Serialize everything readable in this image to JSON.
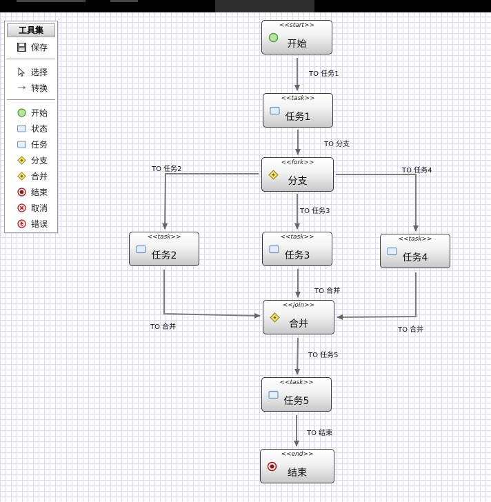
{
  "toolbox": {
    "title": "工具集",
    "save": "保存",
    "select": "选择",
    "transition": "转换",
    "start": "开始",
    "state": "状态",
    "task": "任务",
    "fork": "分支",
    "join": "合并",
    "end": "结束",
    "cancel": "取消",
    "error": "错误"
  },
  "nodes": {
    "start": {
      "stereotype": "<<start>>",
      "name": "开始"
    },
    "task1": {
      "stereotype": "<<task>>",
      "name": "任务1"
    },
    "fork": {
      "stereotype": "<<fork>>",
      "name": "分支"
    },
    "task2": {
      "stereotype": "<<task>>",
      "name": "任务2"
    },
    "task3": {
      "stereotype": "<<task>>",
      "name": "任务3"
    },
    "task4": {
      "stereotype": "<<task>>",
      "name": "任务4"
    },
    "join": {
      "stereotype": "<<join>>",
      "name": "合并"
    },
    "task5": {
      "stereotype": "<<task>>",
      "name": "任务5"
    },
    "end": {
      "stereotype": "<<end>>",
      "name": "结束"
    }
  },
  "edges": {
    "start_task1": "TO 任务1",
    "task1_fork": "TO 分支",
    "fork_task2": "TO 任务2",
    "fork_task3": "TO 任务3",
    "fork_task4": "TO 任务4",
    "task2_join": "TO 合并",
    "task3_join": "TO 合并",
    "task4_join": "TO 合并",
    "join_task5": "TO 任务5",
    "task5_end": "TO 结束"
  }
}
